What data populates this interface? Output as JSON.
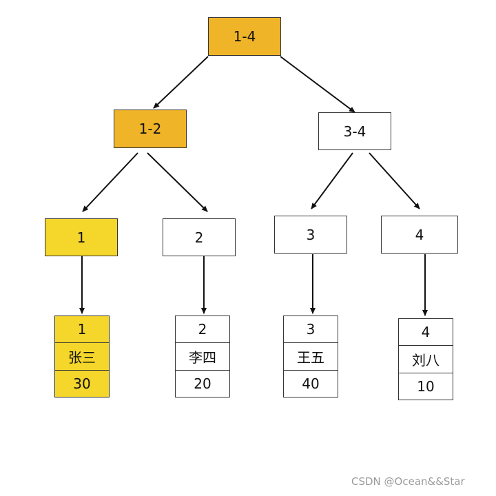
{
  "colors": {
    "orange": "#f0b429",
    "yellow": "#f5d62a",
    "white": "#ffffff",
    "stroke": "#111111"
  },
  "tree": {
    "root": {
      "label": "1-4"
    },
    "left_inner": {
      "label": "1-2"
    },
    "right_inner": {
      "label": "3-4"
    },
    "leaves": [
      {
        "label": "1"
      },
      {
        "label": "2"
      },
      {
        "label": "3"
      },
      {
        "label": "4"
      }
    ]
  },
  "records": [
    {
      "id": "1",
      "name": "张三",
      "age": "30"
    },
    {
      "id": "2",
      "name": "李四",
      "age": "20"
    },
    {
      "id": "3",
      "name": "王五",
      "age": "40"
    },
    {
      "id": "4",
      "name": "刘八",
      "age": "10"
    }
  ],
  "watermark": "CSDN @Ocean&&Star"
}
